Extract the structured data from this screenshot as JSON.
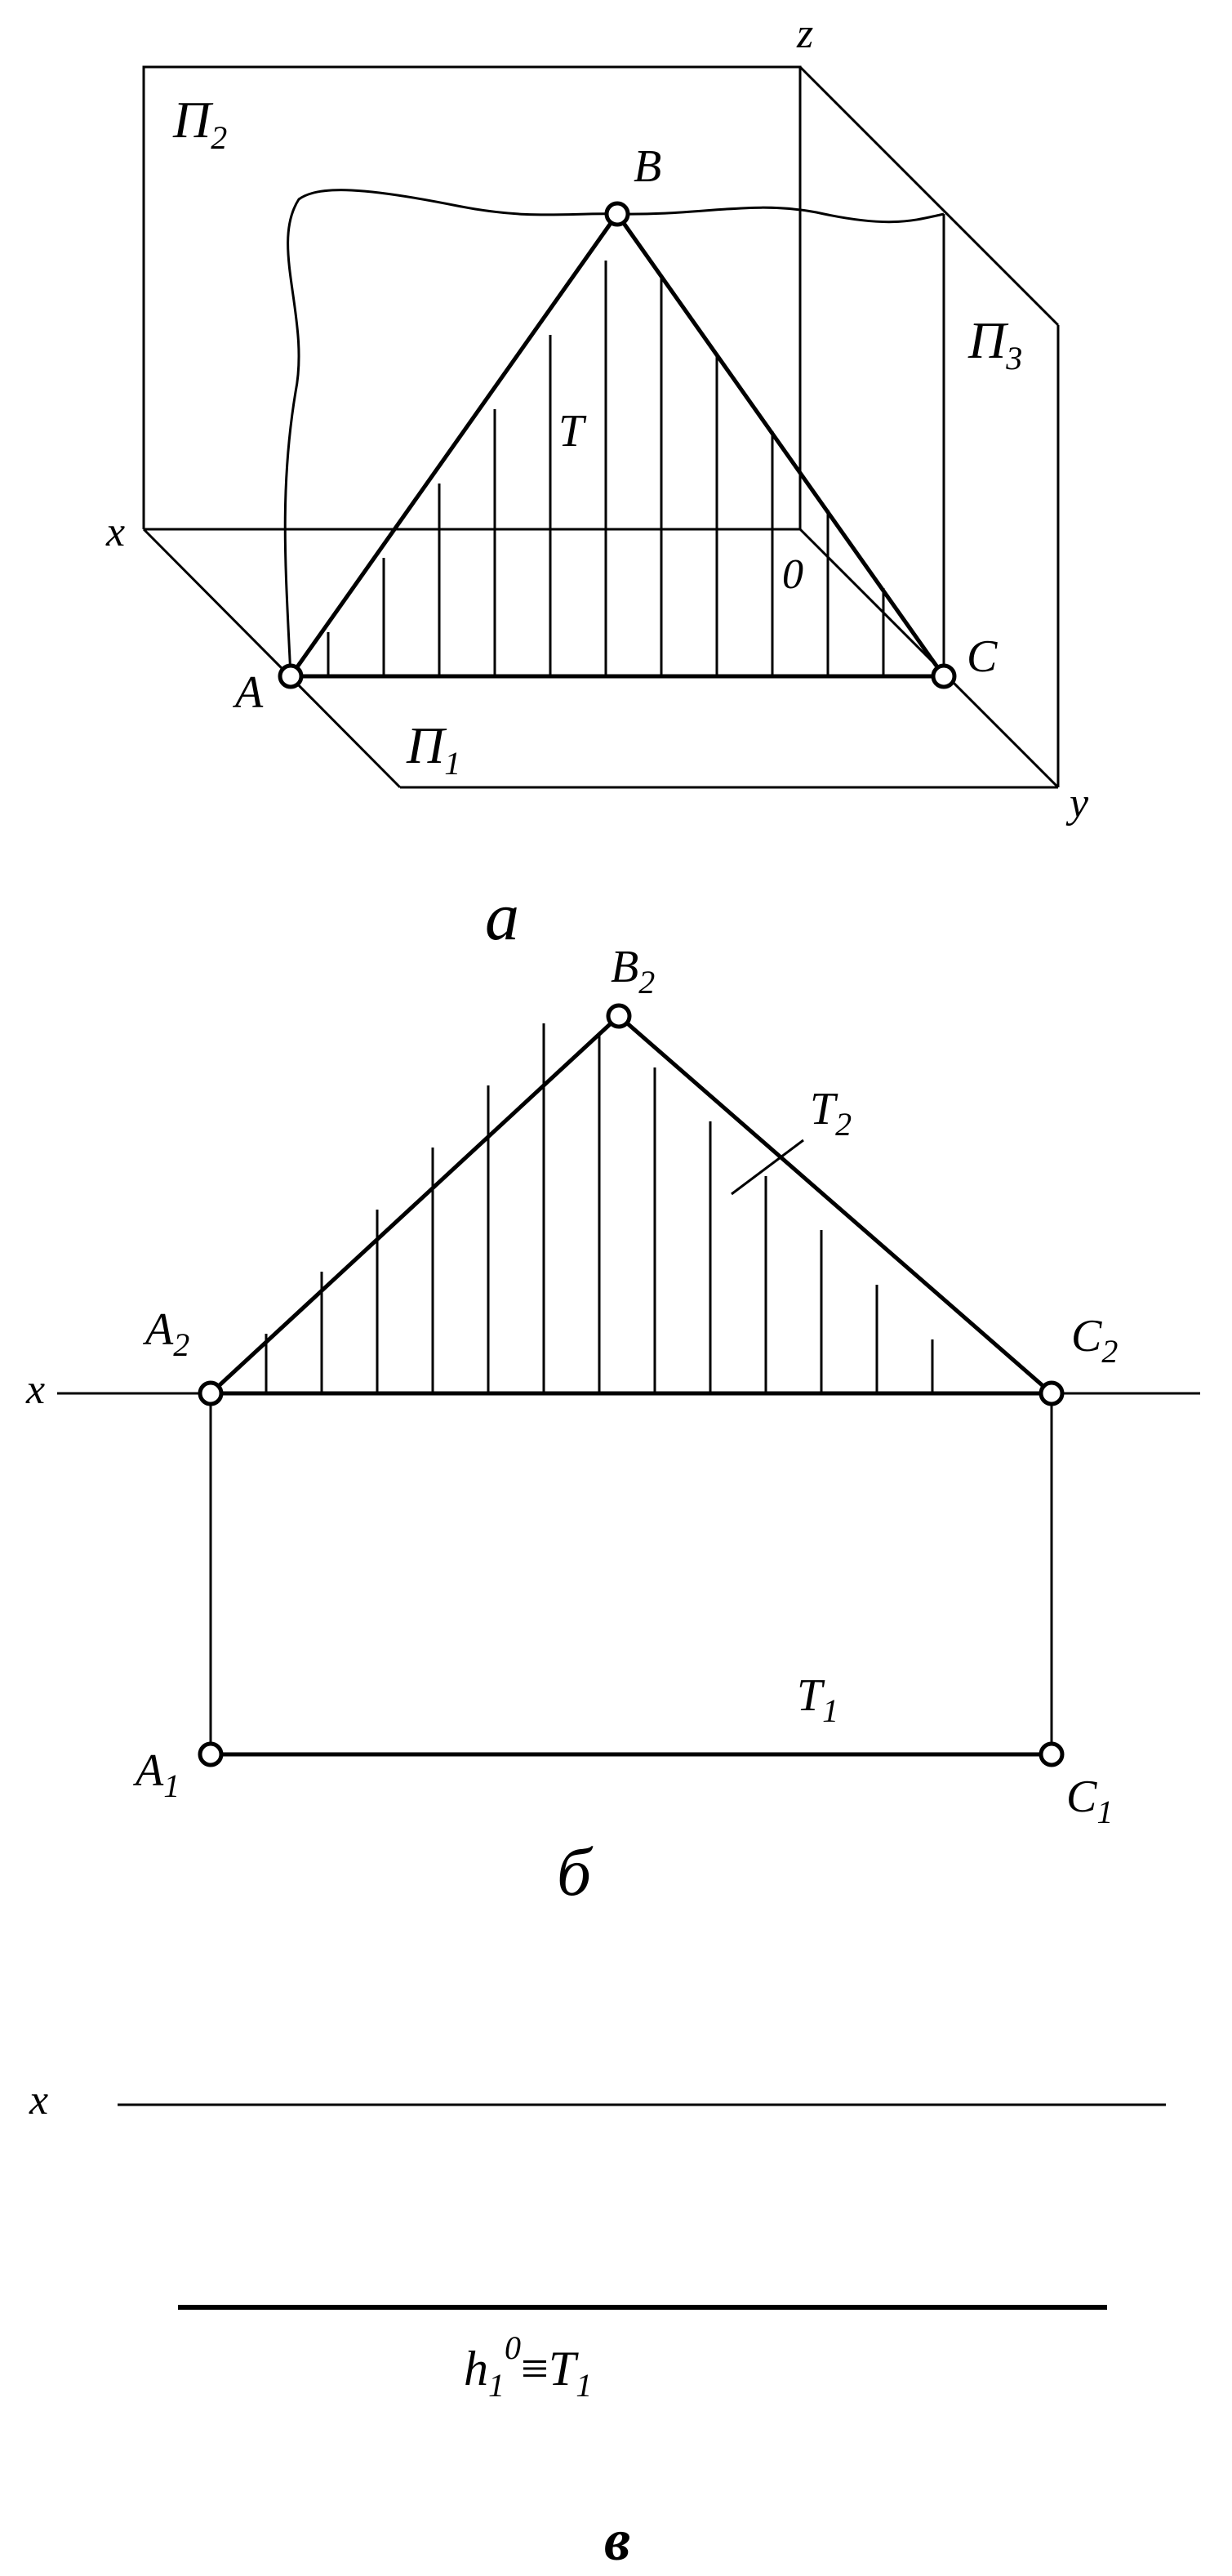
{
  "figure_a": {
    "plane_front_main": "П",
    "plane_front_sub": "2",
    "plane_side_main": "П",
    "plane_side_sub": "3",
    "plane_horizontal_main": "П",
    "plane_horizontal_sub": "1",
    "axis_x": "x",
    "axis_y": "y",
    "axis_z": "z",
    "origin": "0",
    "point_a": "A",
    "point_b": "B",
    "point_c": "C",
    "plane_t": "T",
    "caption": "а"
  },
  "figure_b": {
    "axis_x": "x",
    "point_a2_main": "A",
    "point_a2_sub": "2",
    "point_b2_main": "B",
    "point_b2_sub": "2",
    "point_c2_main": "C",
    "point_c2_sub": "2",
    "point_a1_main": "A",
    "point_a1_sub": "1",
    "point_c1_main": "C",
    "point_c1_sub": "1",
    "trace_t2_main": "T",
    "trace_t2_sub": "2",
    "trace_t1_main": "T",
    "trace_t1_sub": "1",
    "caption": "б"
  },
  "figure_c": {
    "axis_x": "x",
    "label_h_main": "h",
    "label_h_sub": "1",
    "label_h_sup": "0",
    "label_equiv": "≡",
    "label_t_main": "T",
    "label_t_sub": "1",
    "caption": "в"
  },
  "colors": {
    "ink": "#000000",
    "paper": "#ffffff"
  }
}
